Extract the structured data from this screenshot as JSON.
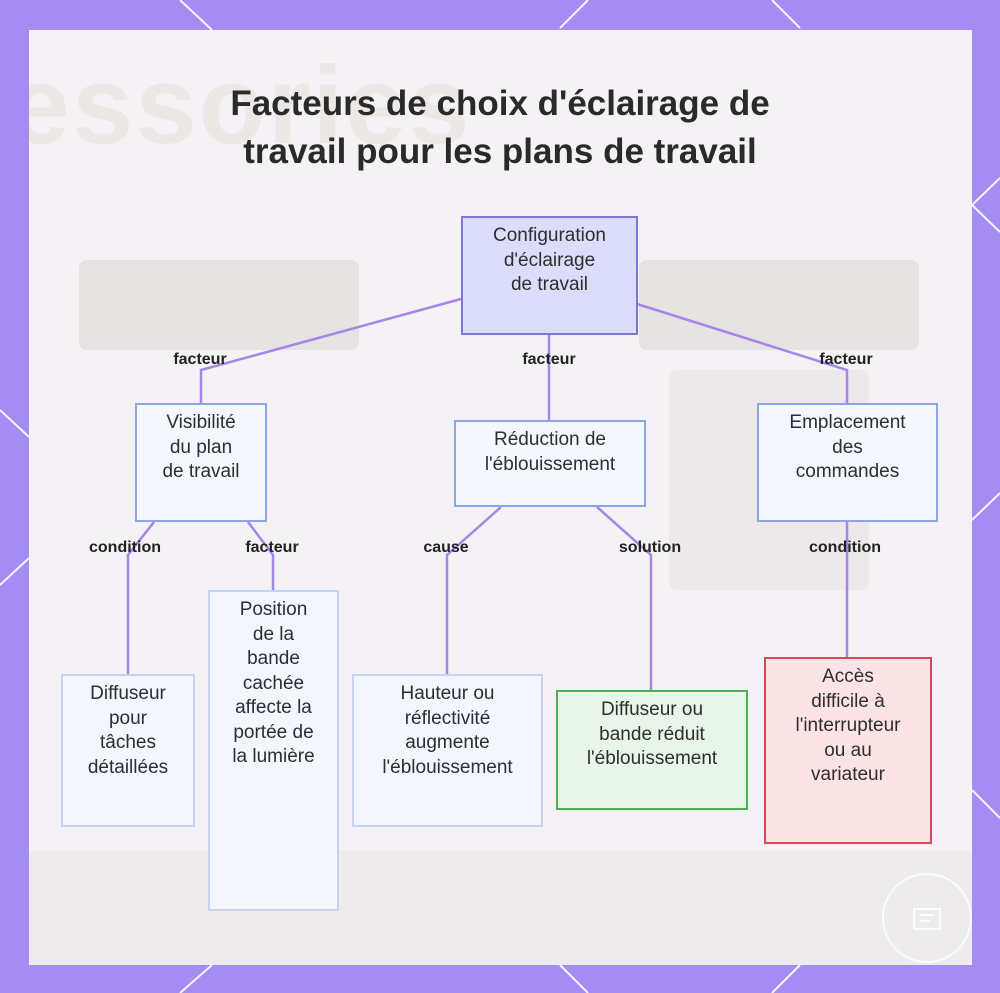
{
  "title": {
    "line1": "Facteurs de choix d'éclairage de",
    "line2": "travail pour les plans de travail"
  },
  "background_ghost_text": "essories",
  "colors": {
    "frame": "#a48cf3",
    "edge": "#a585e6",
    "root_fill": "#dcdcfc",
    "node_border": "#8ea6e0",
    "solution_fill": "#e8f5e9",
    "solution_border": "#4caf50",
    "problem_fill": "#fce4e6",
    "problem_border": "#d84a5a"
  },
  "nodes": {
    "root": {
      "lines": [
        "Configuration",
        "d'éclairage",
        "de travail"
      ]
    },
    "visibility": {
      "lines": [
        "Visibilité",
        "du plan",
        "de travail"
      ]
    },
    "glare": {
      "lines": [
        "Réduction de",
        "l'éblouissement"
      ]
    },
    "controls": {
      "lines": [
        "Emplacement",
        "des",
        "commandes"
      ]
    },
    "diffuser_tasks": {
      "lines": [
        "Diffuseur",
        "pour",
        "tâches",
        "détaillées"
      ]
    },
    "strip_position": {
      "lines": [
        "Position",
        "de la",
        "bande",
        "cachée",
        "affecte la",
        "portée de",
        "la lumière"
      ]
    },
    "height_reflect": {
      "lines": [
        "Hauteur ou",
        "réflectivité",
        "augmente",
        "l'éblouissement"
      ]
    },
    "diffuser_band": {
      "lines": [
        "Diffuseur ou",
        "bande réduit",
        "l'éblouissement"
      ]
    },
    "switch_access": {
      "lines": [
        "Accès",
        "difficile à",
        "l'interrupteur",
        "ou au",
        "variateur"
      ]
    }
  },
  "edge_labels": {
    "root_visibility": "facteur",
    "root_glare": "facteur",
    "root_controls": "facteur",
    "visibility_diffuser": "condition",
    "visibility_strip": "facteur",
    "glare_height": "cause",
    "glare_diffuser": "solution",
    "controls_switch": "condition"
  },
  "icons": {
    "badge": "logo-badge-icon"
  }
}
